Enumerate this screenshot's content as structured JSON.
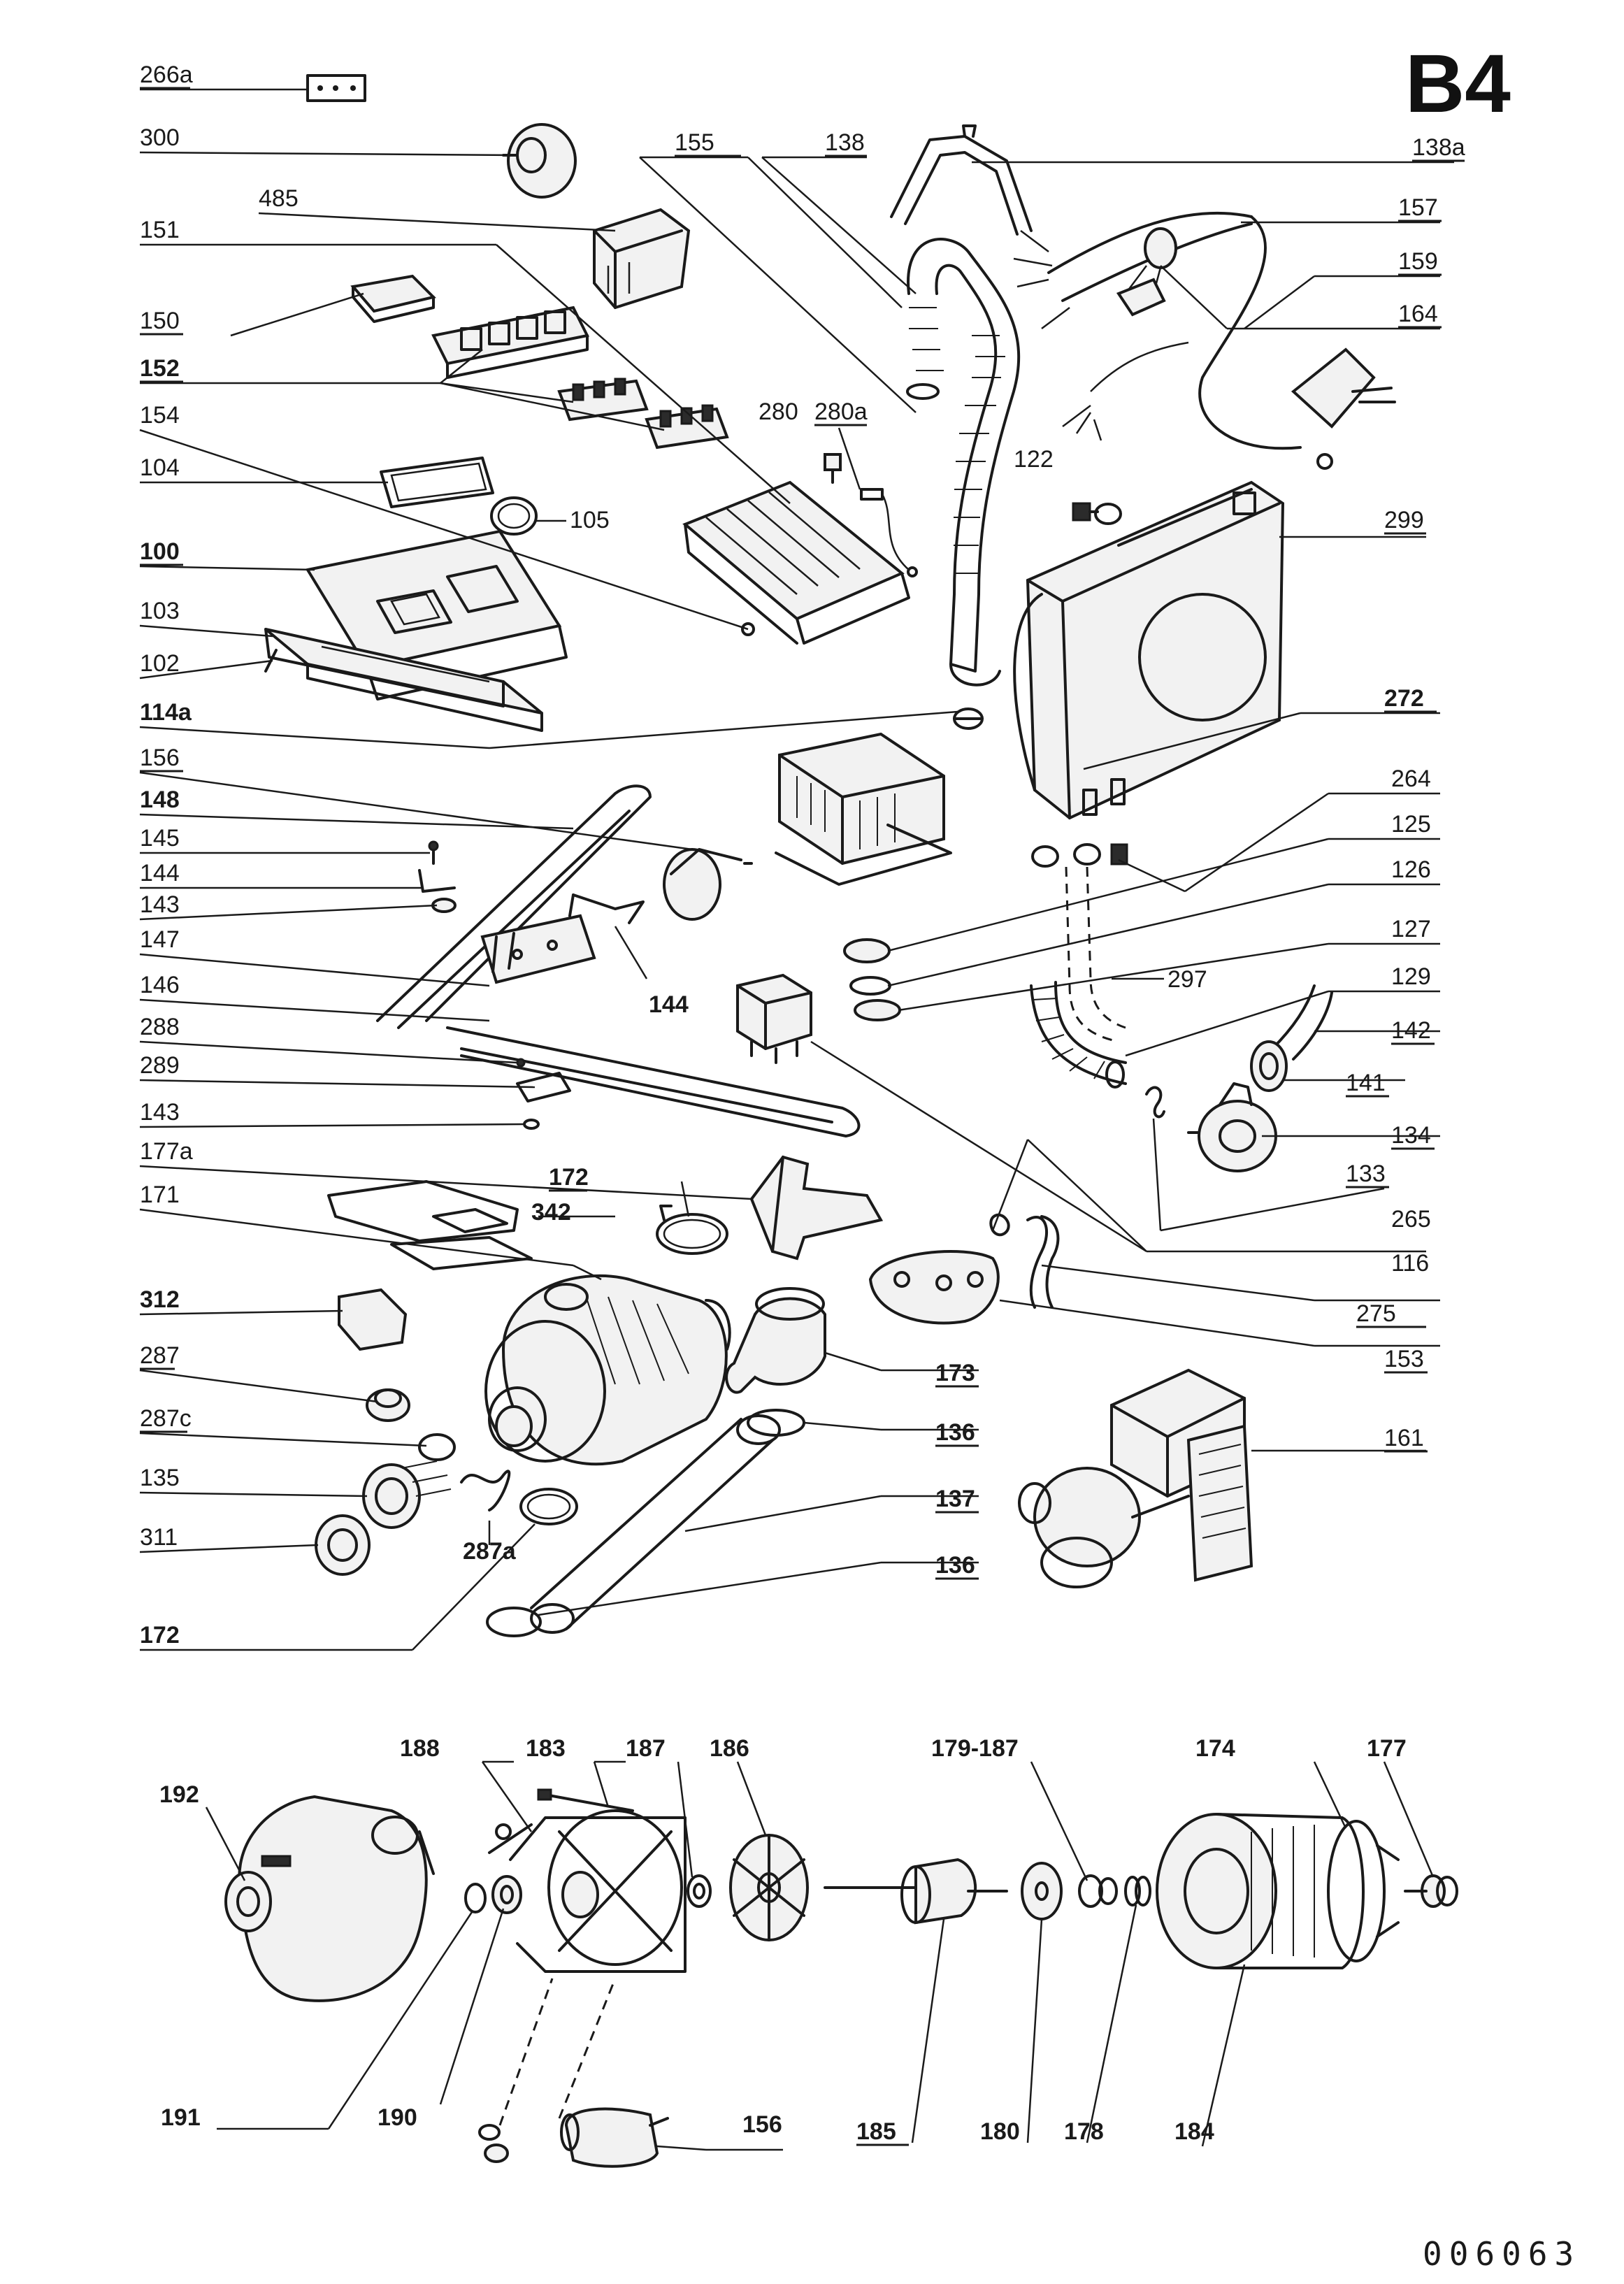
{
  "page_code": "B4",
  "document_number": "006063",
  "labels": {
    "l266a": "266a",
    "l300": "300",
    "l485": "485",
    "l151": "151",
    "l150": "150",
    "l152": "152",
    "l154": "154",
    "l104": "104",
    "l105": "105",
    "l100": "100",
    "l103": "103",
    "l102": "102",
    "l114a": "114a",
    "l156a": "156",
    "l148": "148",
    "l145": "145",
    "l144a": "144",
    "l143a": "143",
    "l147": "147",
    "l146": "146",
    "l288": "288",
    "l289": "289",
    "l143b": "143",
    "l177a": "177a",
    "l171": "171",
    "l312": "312",
    "l287": "287",
    "l287c": "287c",
    "l135": "135",
    "l311": "311",
    "l172a": "172",
    "l155": "155",
    "l138": "138",
    "l138a": "138a",
    "l157": "157",
    "l159": "159",
    "l164": "164",
    "l280": "280",
    "l280a": "280a",
    "l122": "122",
    "l299": "299",
    "l272": "272",
    "l264": "264",
    "l125": "125",
    "l126": "126",
    "l127": "127",
    "l297": "297",
    "l129": "129",
    "l142": "142",
    "l141": "141",
    "l134": "134",
    "l133": "133",
    "l265": "265",
    "l116": "116",
    "l275": "275",
    "l153": "153",
    "l144b": "144",
    "l172b": "172",
    "l342": "342",
    "l173": "173",
    "l136a": "136",
    "l161": "161",
    "l137": "137",
    "l136b": "136",
    "l287a": "287a",
    "l188": "188",
    "l183": "183",
    "l187": "187",
    "l186": "186",
    "l179_187": "179-187",
    "l174": "174",
    "l177": "177",
    "l192": "192",
    "l191": "191",
    "l190": "190",
    "l156b": "156",
    "l185": "185",
    "l180": "180",
    "l178": "178",
    "l184": "184"
  }
}
